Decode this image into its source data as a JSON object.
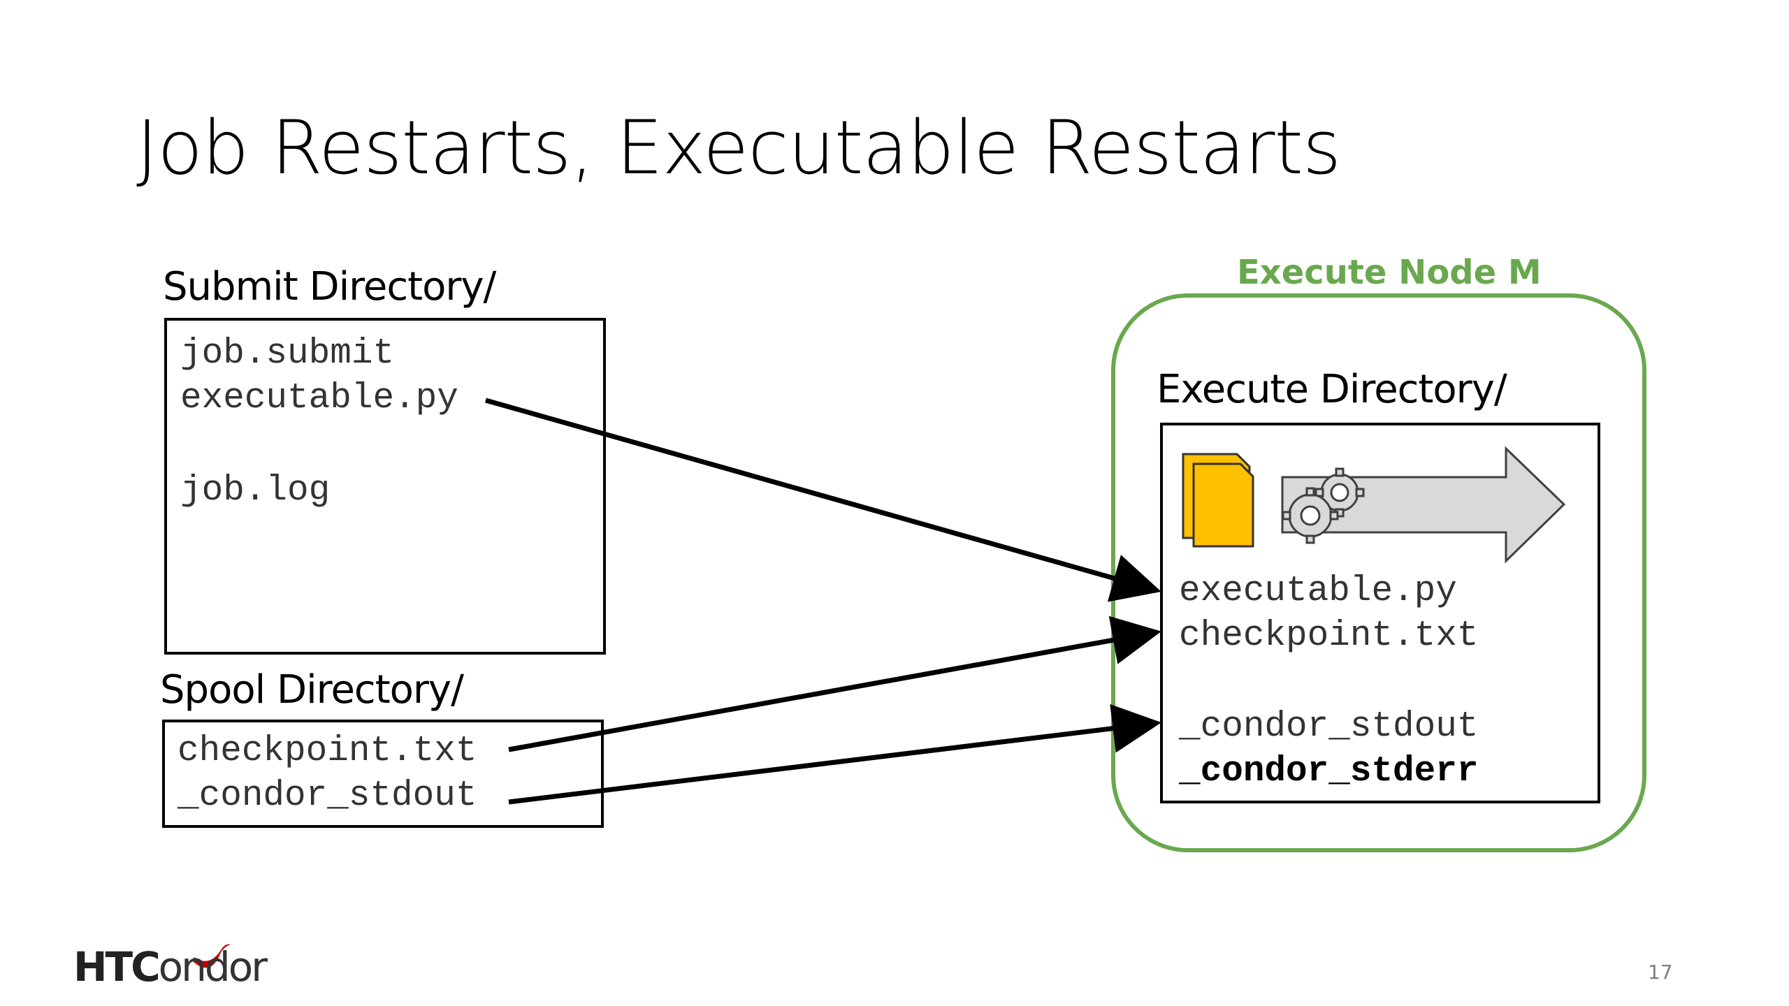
{
  "slide": {
    "title": "Job Restarts, Executable Restarts",
    "page_number": "17",
    "logo": {
      "part1": "HTC",
      "part2": "ondor"
    }
  },
  "submit": {
    "label": "Submit Directory/",
    "files": [
      "job.submit",
      "executable.py",
      "",
      "job.log"
    ]
  },
  "spool": {
    "label": "Spool Directory/",
    "files": [
      "checkpoint.txt",
      "_condor_stdout"
    ]
  },
  "execute_node": {
    "label": "Execute Node M",
    "dir_label": "Execute Directory/",
    "files": [
      "executable.py",
      "checkpoint.txt",
      "",
      "_condor_stdout"
    ],
    "bold_file": "_condor_stderr"
  },
  "colors": {
    "node_border": "#6aa84f",
    "document_fill": "#ffc000",
    "process_arrow_fill": "#d9d9d9"
  },
  "icons": [
    "document-stack-icon",
    "gears-icon",
    "process-arrow-icon",
    "htcondor-logo"
  ]
}
